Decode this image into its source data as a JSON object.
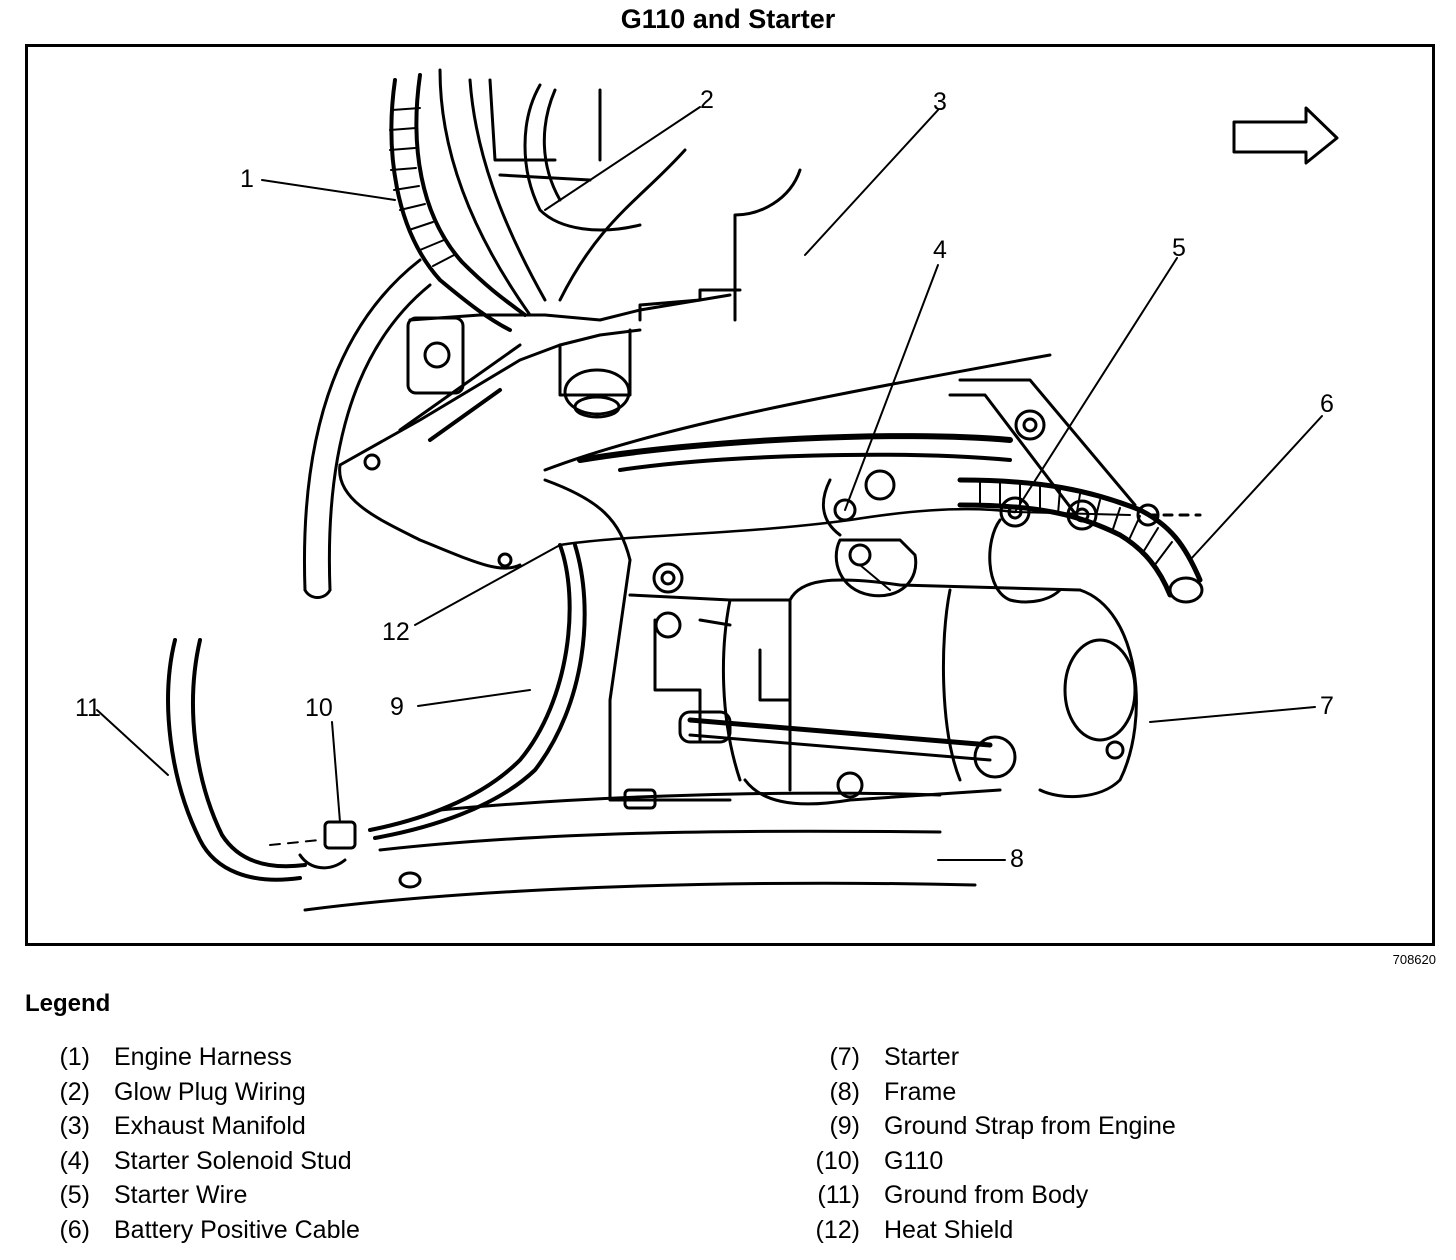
{
  "title": "G110 and Starter",
  "figure_id": "708620",
  "legend_title": "Legend",
  "legend": [
    {
      "num": "(1)",
      "label": "Engine Harness"
    },
    {
      "num": "(2)",
      "label": "Glow Plug Wiring"
    },
    {
      "num": "(3)",
      "label": "Exhaust Manifold"
    },
    {
      "num": "(4)",
      "label": "Starter Solenoid Stud"
    },
    {
      "num": "(5)",
      "label": "Starter Wire"
    },
    {
      "num": "(6)",
      "label": "Battery Positive Cable"
    },
    {
      "num": "(7)",
      "label": "Starter"
    },
    {
      "num": "(8)",
      "label": "Frame"
    },
    {
      "num": "(9)",
      "label": "Ground Strap from Engine"
    },
    {
      "num": "(10)",
      "label": "G110"
    },
    {
      "num": "(11)",
      "label": "Ground from Body"
    },
    {
      "num": "(12)",
      "label": "Heat Shield"
    }
  ],
  "callouts": [
    "1",
    "2",
    "3",
    "4",
    "5",
    "6",
    "7",
    "8",
    "9",
    "10",
    "11",
    "12"
  ],
  "icons": {
    "direction_arrow": "right-arrow-icon"
  }
}
